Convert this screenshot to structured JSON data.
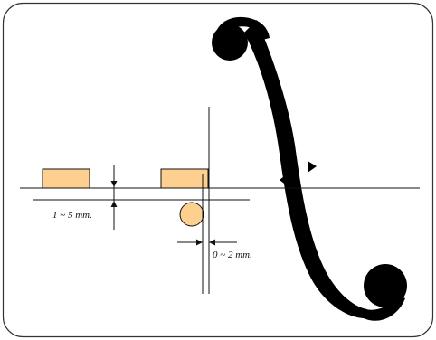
{
  "labels": {
    "gap_height": "1 ~ 5 mm.",
    "gap_offset": "0 ~ 2 mm."
  },
  "colors": {
    "block_fill": "#fdd08f",
    "ball_fill": "#fdd08f",
    "stroke": "#111111",
    "f_hole": "#000000",
    "frame": "#333333",
    "background": "#ffffff"
  },
  "icons": {
    "f_hole": "f-hole-shape"
  }
}
